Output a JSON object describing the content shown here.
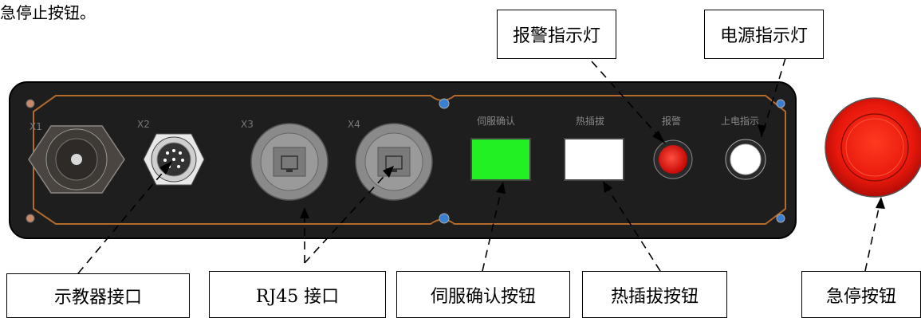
{
  "intro_text": "急停止按钮。",
  "callouts": {
    "alarm_light": "报警指示灯",
    "power_light": "电源指示灯",
    "teach_port": "示教器接口",
    "rj45_port": "RJ45 接口",
    "servo_button": "伺服确认按钮",
    "hotplug_button": "热插拔按钮",
    "estop_button": "急停按钮"
  },
  "panel": {
    "port_labels": [
      "X1",
      "X2",
      "X3",
      "X4"
    ],
    "servo_label": "伺服确认",
    "hotplug_label": "热插拔",
    "alarm_label": "报警",
    "power_label": "上电指示"
  },
  "colors": {
    "panel_body": "#1e1e1e",
    "panel_outline": "#b36a2a",
    "servo_green": "#22f022",
    "alarm_red": "#e01010",
    "estop_red": "#e8180c"
  }
}
